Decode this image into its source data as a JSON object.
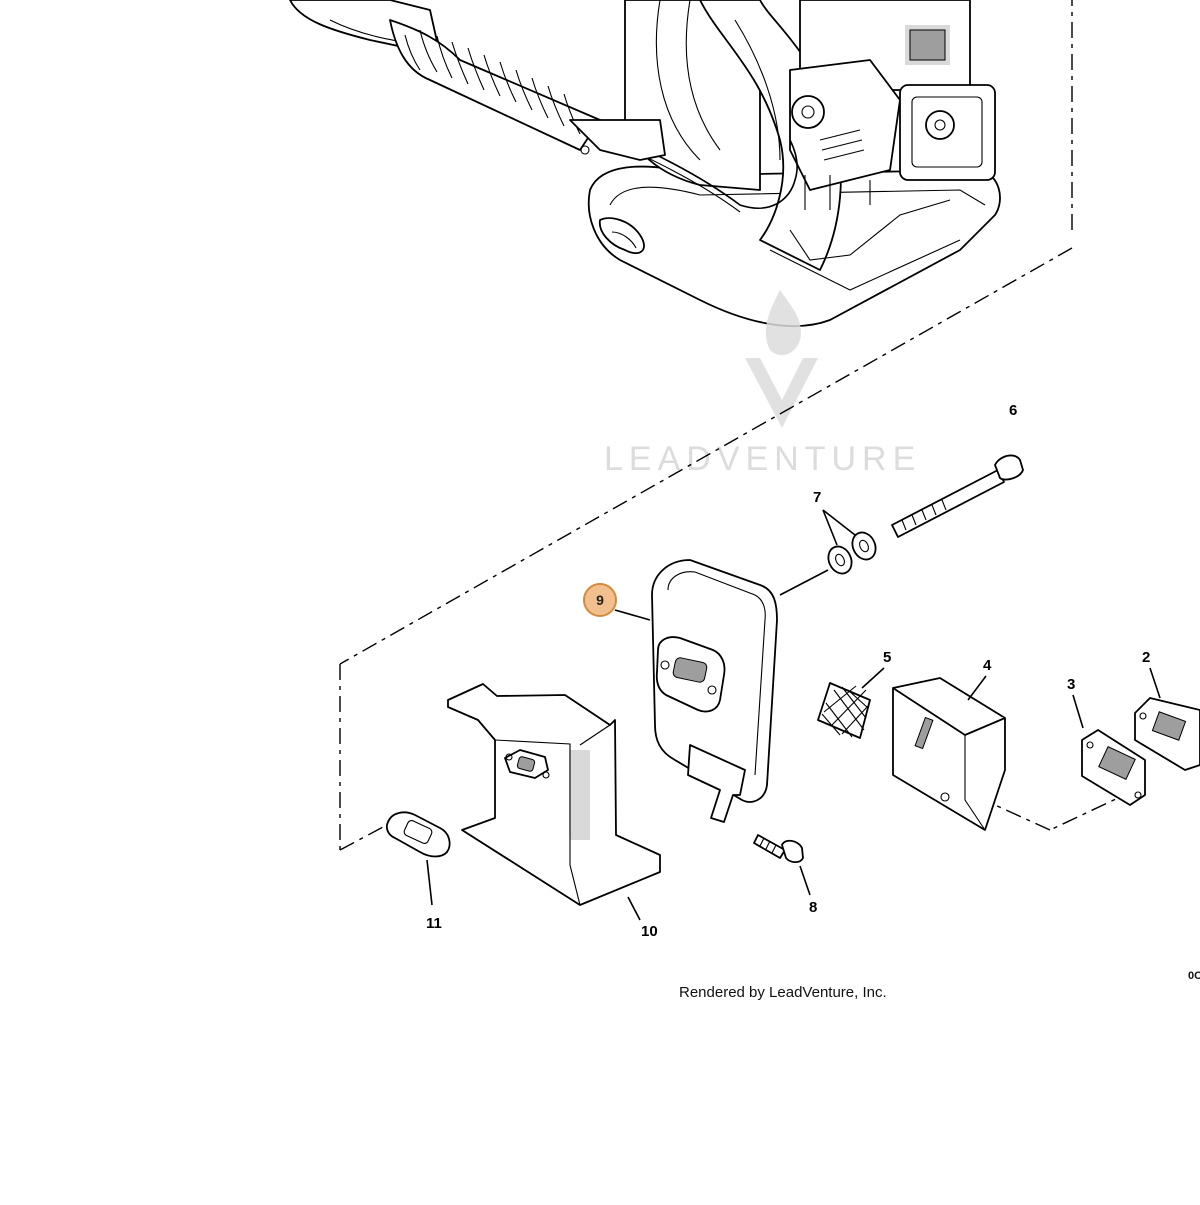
{
  "watermark": {
    "text": "LEADVENTURE"
  },
  "credit": "Rendered by LeadVenture, Inc.",
  "edge_code": "0C",
  "callouts": {
    "c1": "2",
    "c2": "3",
    "c3": "4",
    "c4": "5",
    "c5": "6",
    "c6": "7",
    "c7": "8",
    "c8": "9",
    "c9": "10",
    "c10": "11"
  },
  "highlighted_callout": "9",
  "colors": {
    "highlight_fill": "#f1c08e",
    "highlight_stroke": "#d58a3e",
    "line": "#000000",
    "watermark": "#d6d6d6"
  }
}
